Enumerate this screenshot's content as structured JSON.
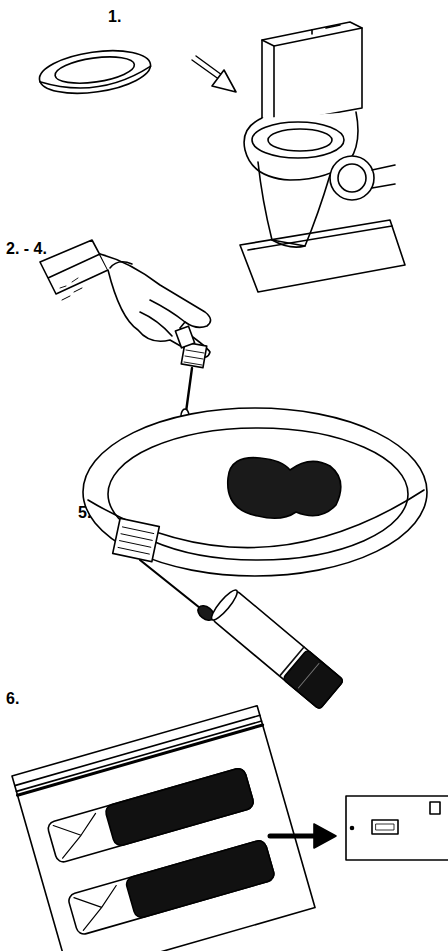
{
  "diagram": {
    "labels": [
      "1.",
      "2. - 4.",
      "5.",
      "6."
    ]
  }
}
